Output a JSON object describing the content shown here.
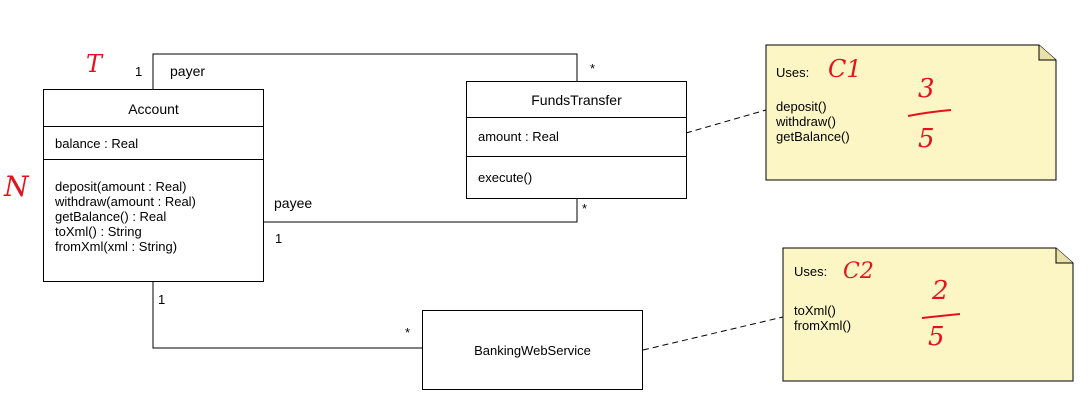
{
  "account": {
    "name": "Account",
    "attributes": [
      "balance : Real"
    ],
    "operations": [
      "deposit(amount : Real)",
      "withdraw(amount : Real)",
      "getBalance() : Real",
      "toXml() : String",
      "fromXml(xml : String)"
    ]
  },
  "funds_transfer": {
    "name": "FundsTransfer",
    "attributes": [
      "amount : Real"
    ],
    "operations": [
      "execute()"
    ]
  },
  "banking_web_service": {
    "name": "BankingWebService"
  },
  "associations": {
    "payer": {
      "role": "payer",
      "account_mult": "1",
      "transfer_mult": "*"
    },
    "payee": {
      "role": "payee",
      "account_mult": "1",
      "transfer_mult": "*"
    },
    "service": {
      "account_mult": "1",
      "service_mult": "*"
    }
  },
  "notes": [
    {
      "heading": "Uses:",
      "lines": [
        "deposit()",
        "withdraw()",
        "getBalance()"
      ]
    },
    {
      "heading": "Uses:",
      "lines": [
        "toXml()",
        "fromXml()"
      ]
    }
  ],
  "handwriting": {
    "mark_t": "T",
    "mark_n": "N",
    "mark_c1": "C1",
    "mark_c2": "C2",
    "score1_num": "3",
    "score1_den": "5",
    "score2_num": "2",
    "score2_den": "5"
  },
  "colors": {
    "note_fill": "#fbf6c4",
    "note_fold": "#e8e1a8",
    "ink": "#000000",
    "handwriting": "#e8101c"
  }
}
